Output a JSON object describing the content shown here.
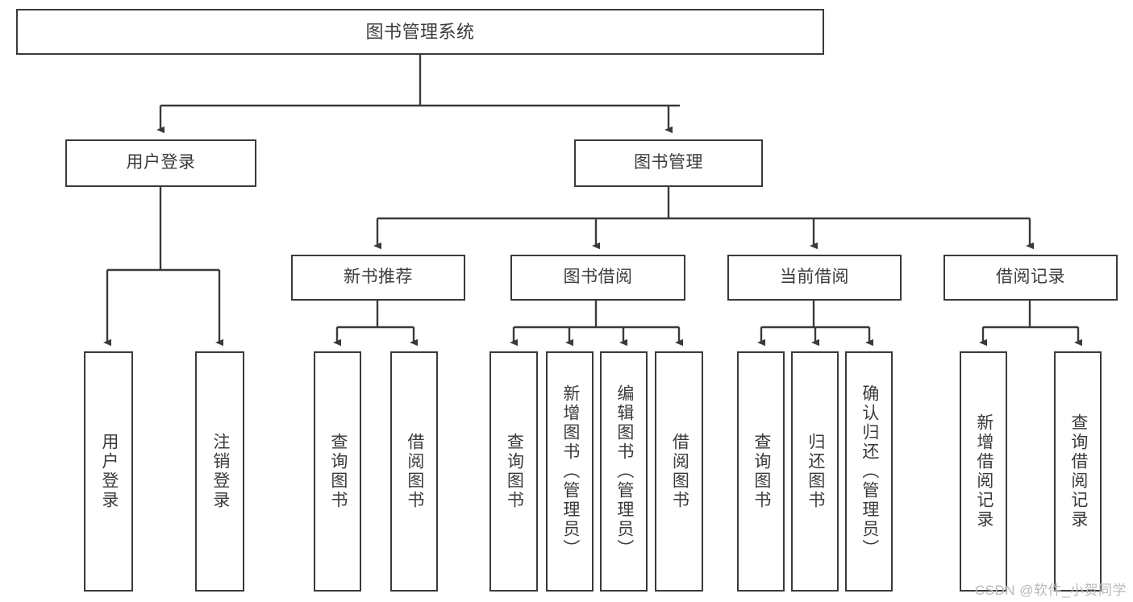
{
  "diagram": {
    "title": "图书管理系统",
    "type": "tree-hierarchy-diagram",
    "colors": {
      "stroke": "#3a3a3a",
      "text": "#3b3b3b",
      "background": "#ffffff",
      "watermark": "#b9b9b9"
    },
    "watermark": "CSDN @软件_小贺同学",
    "nodes": {
      "root": {
        "label": "图书管理系统"
      },
      "level1": [
        {
          "id": "user-login",
          "label": "用户登录"
        },
        {
          "id": "book-management",
          "label": "图书管理"
        }
      ],
      "level2": [
        {
          "id": "new-book-recommend",
          "label": "新书推荐"
        },
        {
          "id": "book-borrow",
          "label": "图书借阅"
        },
        {
          "id": "current-borrow",
          "label": "当前借阅"
        },
        {
          "id": "borrow-record",
          "label": "借阅记录"
        }
      ],
      "leaves": {
        "user-login": [
          {
            "id": "leaf-user-login",
            "label": "用户登录"
          },
          {
            "id": "leaf-logout-login",
            "label": "注销登录"
          }
        ],
        "new-book-recommend": [
          {
            "id": "leaf-query-book-1",
            "label": "查询图书"
          },
          {
            "id": "leaf-borrow-book-1",
            "label": "借阅图书"
          }
        ],
        "book-borrow": [
          {
            "id": "leaf-query-book-2",
            "label": "查询图书"
          },
          {
            "id": "leaf-add-book",
            "label": "新增图书（管理员）"
          },
          {
            "id": "leaf-edit-book",
            "label": "编辑图书（管理员）"
          },
          {
            "id": "leaf-borrow-book-2",
            "label": "借阅图书"
          }
        ],
        "current-borrow": [
          {
            "id": "leaf-query-book-3",
            "label": "查询图书"
          },
          {
            "id": "leaf-return-book",
            "label": "归还图书"
          },
          {
            "id": "leaf-confirm-return",
            "label": "确认归还（管理员）"
          }
        ],
        "borrow-record": [
          {
            "id": "leaf-add-record",
            "label": "新增借阅记录"
          },
          {
            "id": "leaf-query-record",
            "label": "查询借阅记录"
          }
        ]
      }
    }
  }
}
